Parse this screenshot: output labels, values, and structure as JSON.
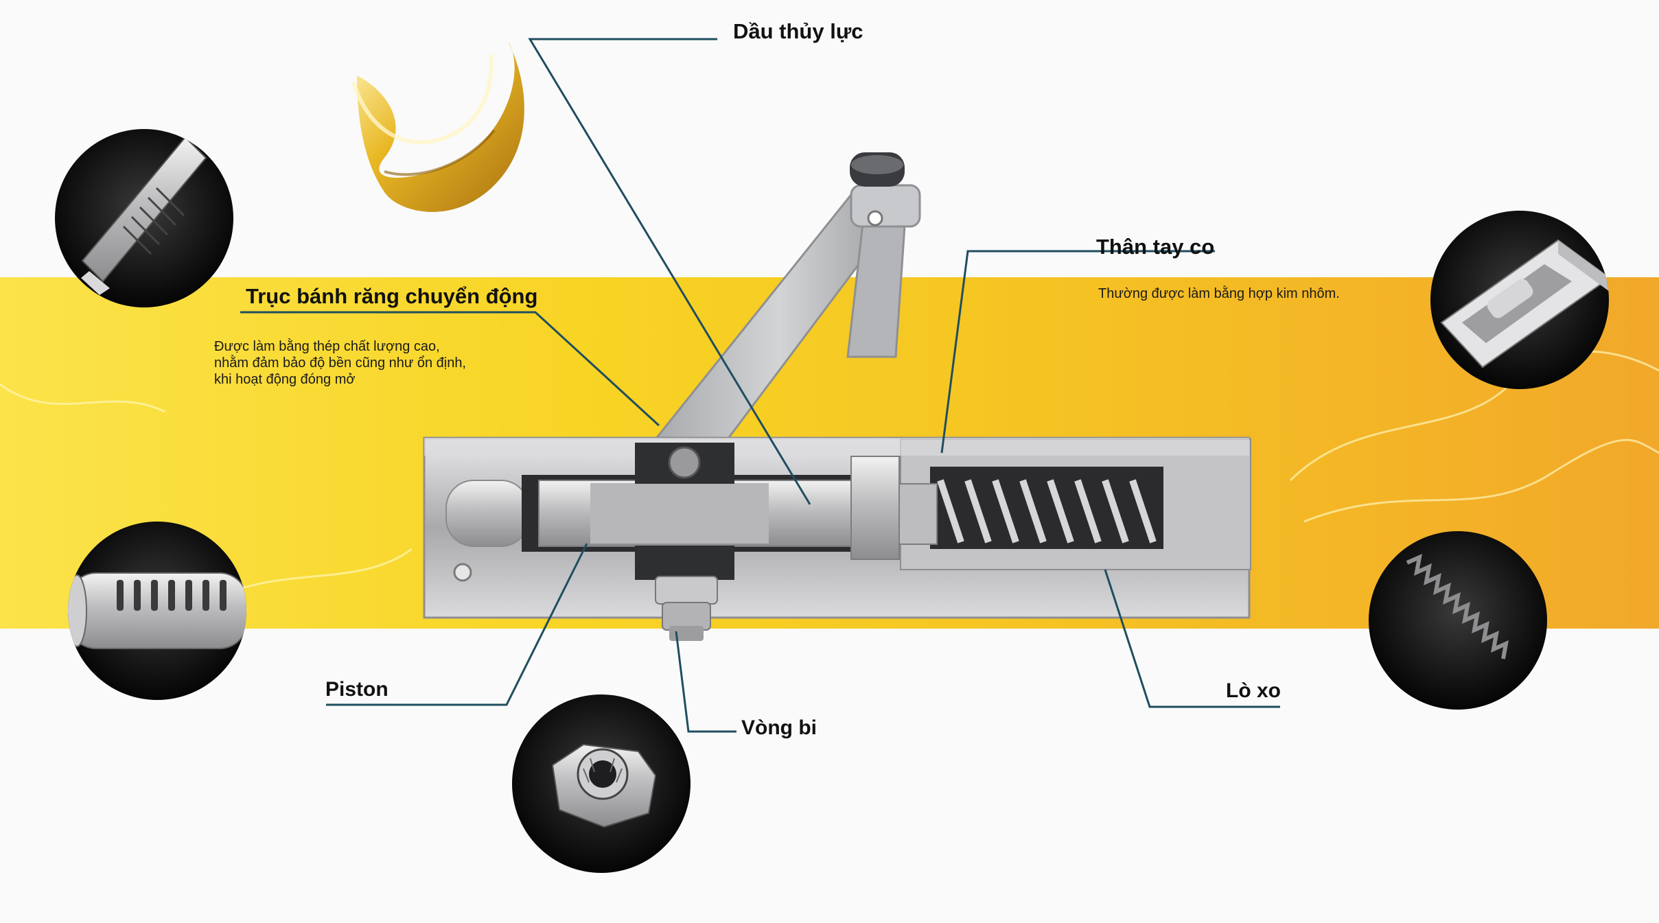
{
  "labels": {
    "hydraulic_oil": "Dầu thủy lực",
    "gear_shaft": "Trục bánh răng chuyển động",
    "gear_shaft_desc": [
      "Được làm bằng thép chất lượng cao,",
      "nhằm đảm bảo độ bền cũng như ổn định,",
      "khi hoạt động đóng mở"
    ],
    "arm_body": "Thân tay co",
    "arm_body_desc": "Thường được làm bằng hợp kim nhôm.",
    "piston": "Piston",
    "bearing": "Vòng bi",
    "spring": "Lò xo"
  },
  "colors": {
    "leader_line": "#1f4e5f",
    "band_left": "#fbe34a",
    "band_right": "#f2a82a",
    "body_metal": "#c9c9cb",
    "label_text": "#111111"
  },
  "icons": {
    "oil": "oil-splash-icon",
    "gear": "gear-shaft-icon",
    "piston": "piston-icon",
    "bearing": "bearing-icon",
    "housing": "housing-icon",
    "spring": "spring-icon"
  }
}
